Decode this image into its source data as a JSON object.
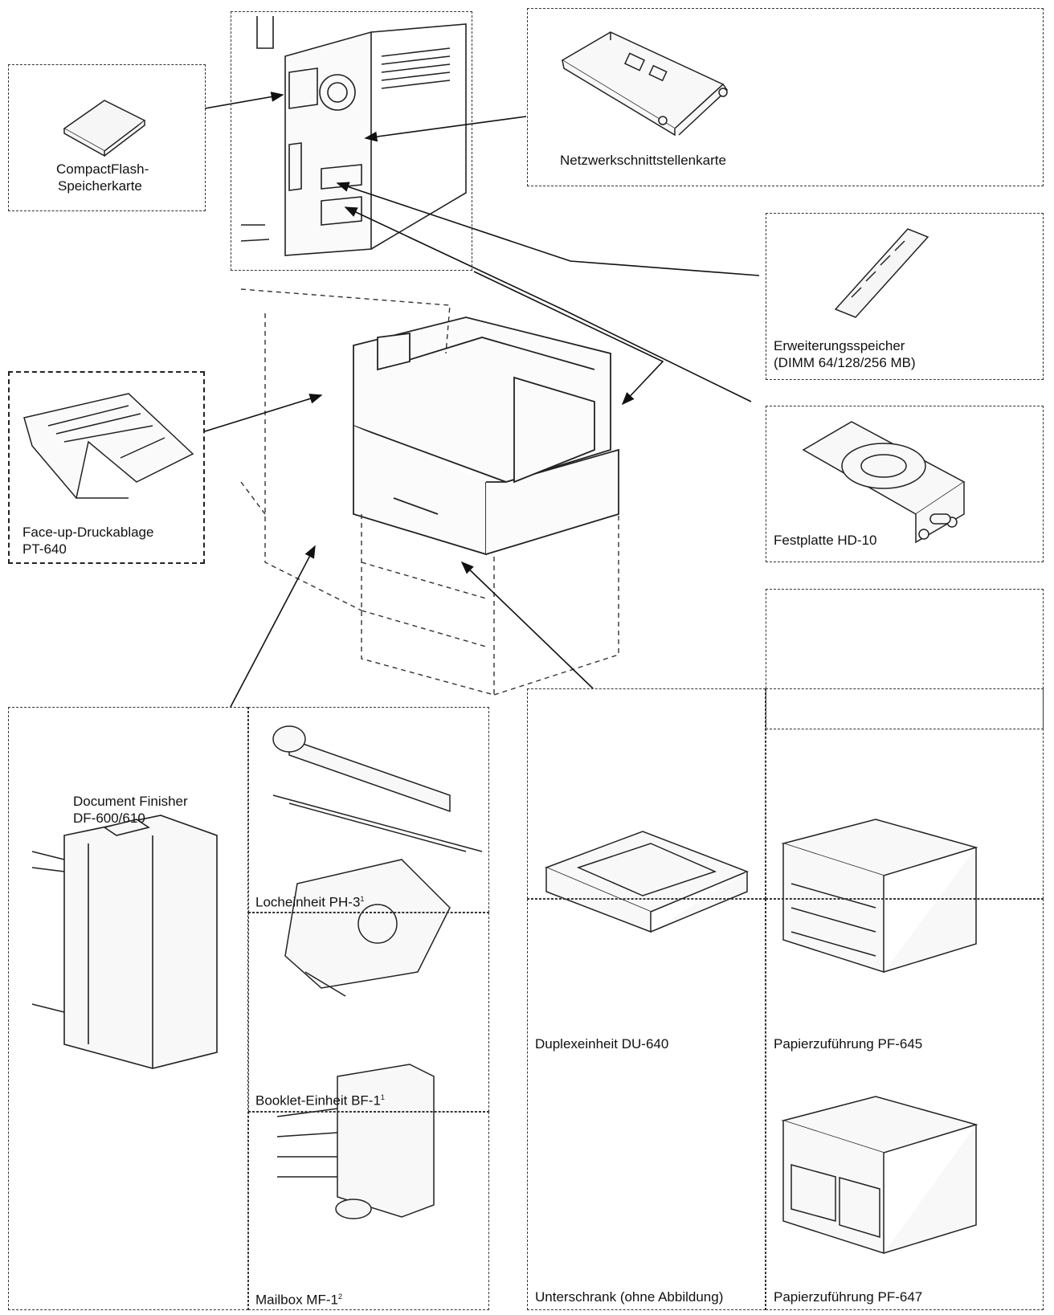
{
  "labels": {
    "compactflash_l1": "CompactFlash-",
    "compactflash_l2": "Speicherkarte",
    "network_card": "Netzwerkschnittstellenkarte",
    "memory_l1": "Erweiterungsspeicher",
    "memory_l2": "(DIMM 64/128/256 MB)",
    "faceup_l1": "Face-up-Druckablage",
    "faceup_l2": "PT-640",
    "harddisk": "Festplatte HD-10",
    "finisher_l1": "Document Finisher",
    "finisher_l2": "DF-600/610",
    "punch": "Locheinheit PH-3",
    "punch_note": "1",
    "booklet": "Booklet-Einheit BF-1",
    "booklet_note": "1",
    "mailbox": "Mailbox MF-1",
    "mailbox_note": "2",
    "duplex": "Duplexeinheit DU-640",
    "pf645": "Papierzuführung PF-645",
    "cabinet": "Unterschrank (ohne Abbildung)",
    "pf647": "Papierzuführung PF-647"
  },
  "colors": {
    "line": "#222222",
    "dash": "#333333",
    "fill": "#f4f4f4"
  }
}
